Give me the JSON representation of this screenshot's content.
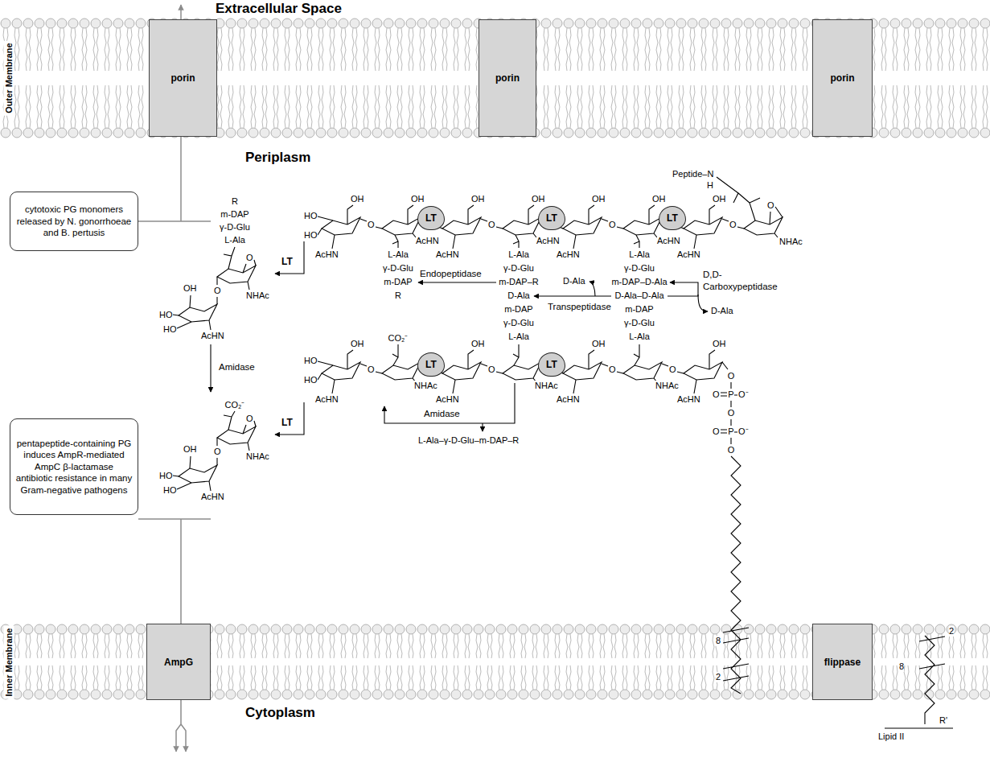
{
  "diagram": {
    "nodes": [
      {
        "text": [
          "Outer Membrane"
        ]
      },
      {
        "text": [
          "porin"
        ],
        "in": 0
      },
      {
        "text": [
          "porin"
        ],
        "in": 0
      },
      {
        "text": [
          "porin"
        ],
        "in": 0
      },
      {
        "text": [
          "cytotoxic PG monomers released by N. gonorrhoeae and B. pertusis"
        ]
      },
      {
        "text": [
          "LT"
        ]
      },
      {
        "text": [
          "LT"
        ]
      },
      {
        "text": [
          "LT"
        ]
      },
      {
        "text": [
          "LT"
        ]
      },
      {
        "text": [
          "LT"
        ]
      },
      {
        "text": [
          "pentapeptide-containing PG induces AmpR-mediated AmpC β-lactamase antibiotic resistance in many Gram-negative pathogens"
        ]
      },
      {
        "text": [
          "Inner Membrane"
        ]
      },
      {
        "text": [
          "AmpG"
        ],
        "in": 11
      },
      {
        "text": [
          "flippase"
        ],
        "in": 11
      }
    ],
    "labels": [
      "Extracellular Space",
      "Periplasm",
      "Cytoplasm",
      "R",
      "m-DAP",
      "γ-D-Glu",
      "L-Ala",
      "O",
      "NHAc",
      "O",
      "OH",
      "HO",
      "HO",
      "AcHN",
      "LT",
      "Amidase",
      "CO₂⁻",
      "O",
      "NHAc",
      "O",
      "OH",
      "HO",
      "HO",
      "AcHN",
      "LT",
      "HO",
      "HO",
      "OH",
      "OH",
      "OH",
      "OH",
      "OH",
      "OH",
      "OH",
      "O",
      "O",
      "O",
      "O",
      "AcHN",
      "AcHN",
      "AcHN",
      "AcHN",
      "AcHN",
      "AcHN",
      "AcHN",
      "L-Ala",
      "γ-D-Glu",
      "m-DAP",
      "R",
      "L-Ala",
      "γ-D-Glu",
      "m-DAP–R",
      "D-Ala",
      "m-DAP",
      "γ-D-Glu",
      "L-Ala",
      "L-Ala",
      "γ-D-Glu",
      "m-DAP–D-Ala",
      "D-Ala–D-Ala",
      "m-DAP",
      "γ-D-Glu",
      "L-Ala",
      "Endopeptidase",
      "Transpeptidase",
      "D-Ala",
      "D,D-",
      "Carboxypeptidase",
      "D-Ala",
      "Peptide–N",
      "H",
      "O",
      "NHAc",
      "HO",
      "HO",
      "OH",
      "OH",
      "OH",
      "OH",
      "CO₂⁻",
      "O",
      "O",
      "O",
      "O",
      "AcHN",
      "AcHN",
      "AcHN",
      "AcHN",
      "NHAc",
      "NHAc",
      "NHAc",
      "Amidase",
      "L-Ala–γ-D-Glu–m-DAP–R",
      "O",
      "P",
      "O",
      "O⁻",
      "O",
      "P",
      "O",
      "O⁻",
      "O",
      "8",
      "2",
      "2",
      "8",
      "R'",
      "Lipid II"
    ]
  }
}
